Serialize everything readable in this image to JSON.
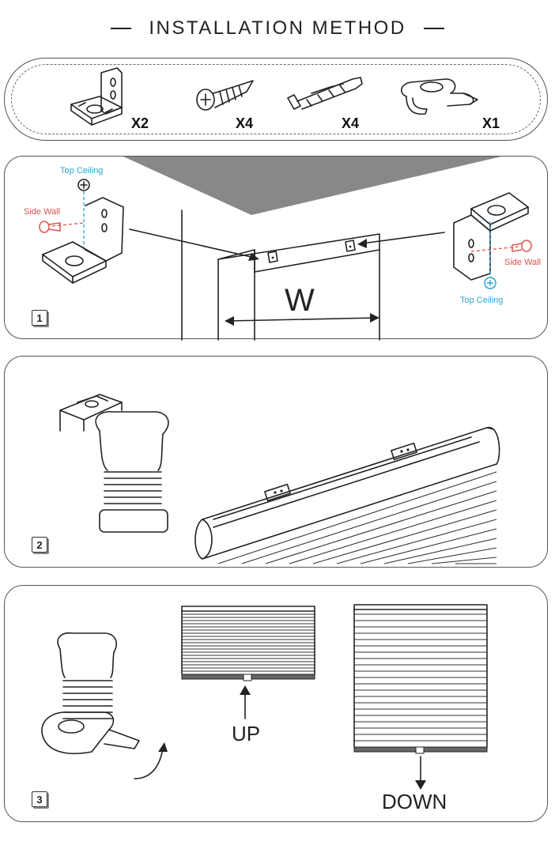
{
  "title": "INSTALLATION METHOD",
  "parts": [
    {
      "icon": "bracket-icon",
      "qty": "X2"
    },
    {
      "icon": "screw-icon",
      "qty": "X4"
    },
    {
      "icon": "wall-anchor-icon",
      "qty": "X4"
    },
    {
      "icon": "clip-icon",
      "qty": "X1"
    }
  ],
  "step1": {
    "badge": "1",
    "top_ceiling_left": "Top Ceiling",
    "side_wall_left": "Side Wall",
    "side_wall_right": "Side Wall",
    "top_ceiling_right": "Top Ceiling",
    "width_label": "W"
  },
  "step2": {
    "badge": "2"
  },
  "step3": {
    "badge": "3",
    "up_label": "UP",
    "down_label": "DOWN"
  },
  "colors": {
    "blue_label": "#2aa6d6",
    "red_label": "#d9534f",
    "ceiling_gray": "#888888"
  }
}
